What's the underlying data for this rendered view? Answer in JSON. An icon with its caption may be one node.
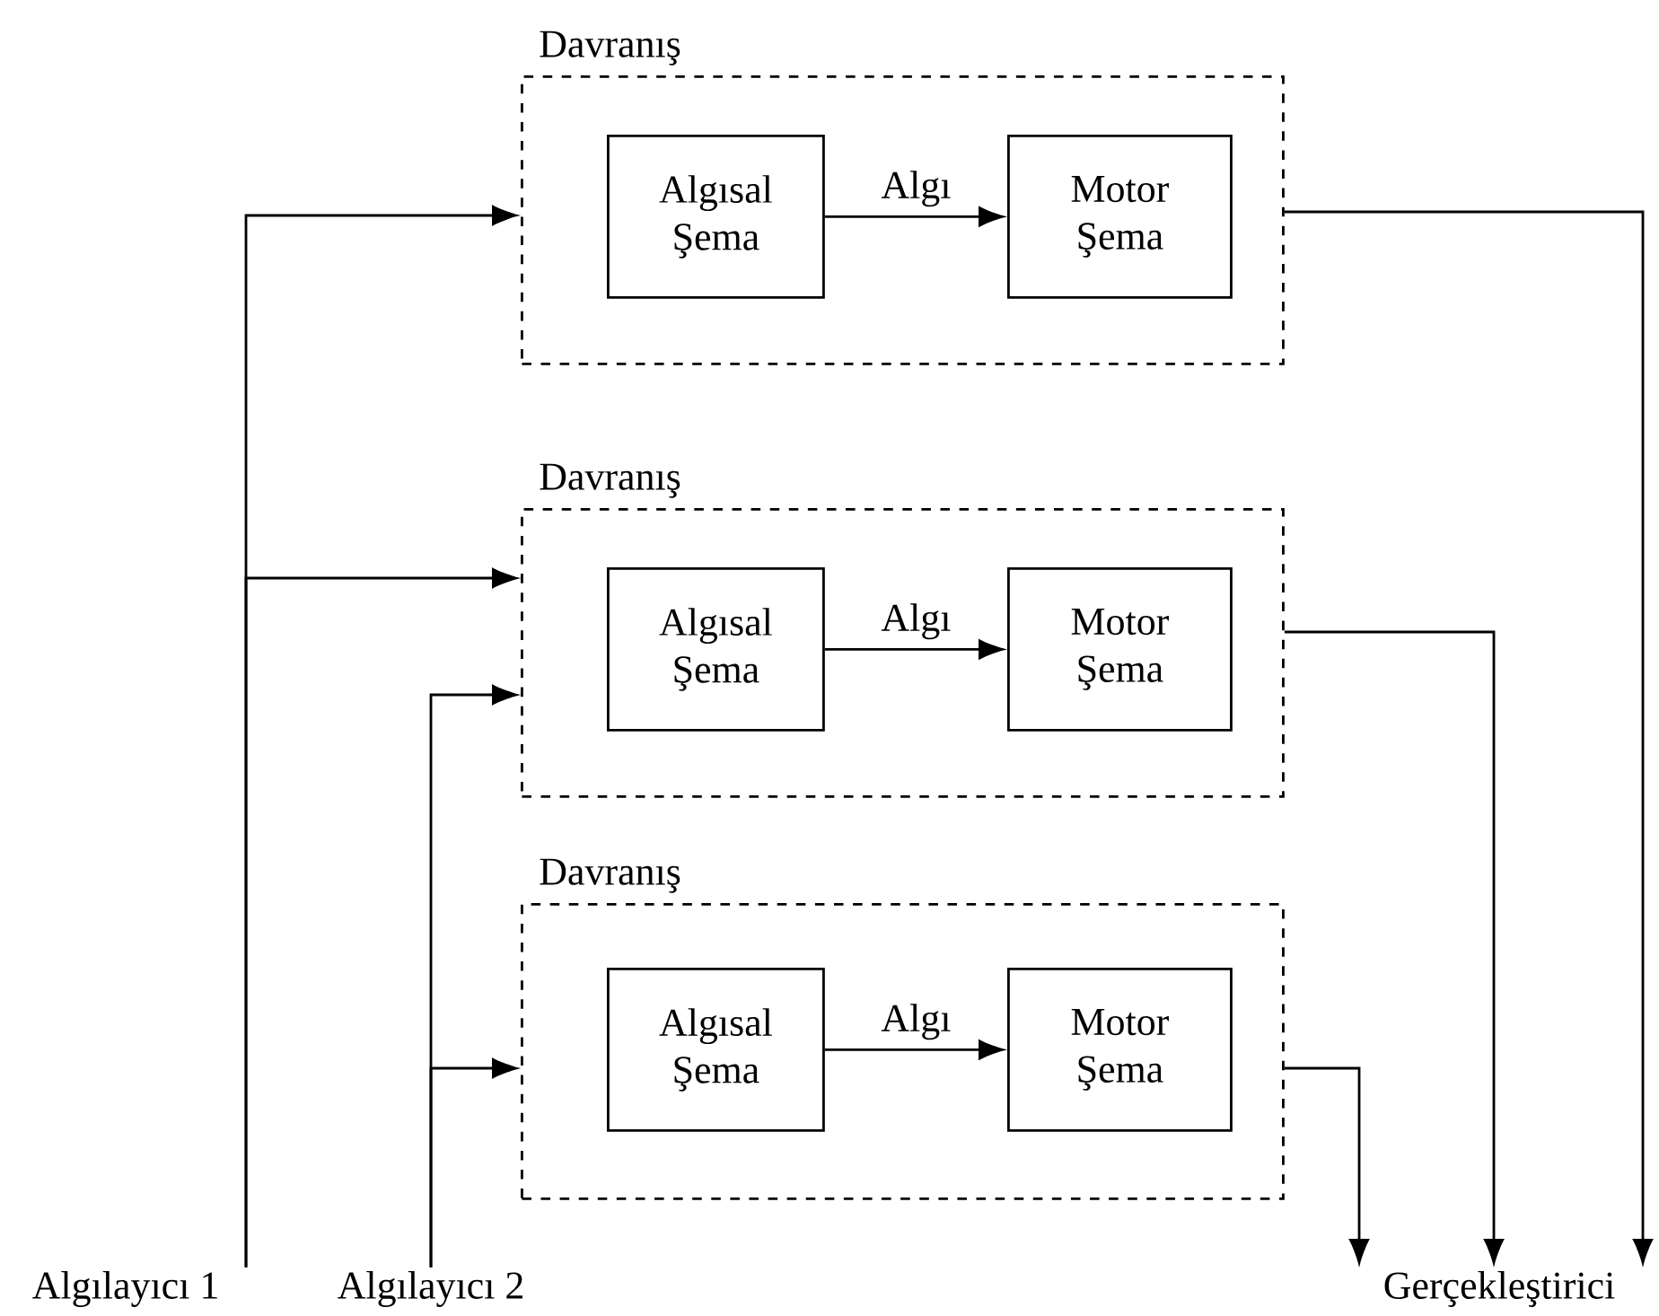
{
  "diagram": {
    "nodes": [
      {
        "text": [
          "Davranış"
        ]
      },
      {
        "text": [
          "Algısal Şema"
        ],
        "in": 0
      },
      {
        "text": [
          "Motor Şema"
        ],
        "in": 0
      },
      {
        "text": [
          "Davranış"
        ]
      },
      {
        "text": [
          "Algısal Şema"
        ],
        "in": 3
      },
      {
        "text": [
          "Motor Şema"
        ],
        "in": 3
      },
      {
        "text": [
          "Davranış"
        ]
      },
      {
        "text": [
          "Algısal Şema"
        ],
        "in": 6
      },
      {
        "text": [
          "Motor Şema"
        ],
        "in": 6
      },
      {
        "text": [
          "Algılayıcı 1"
        ]
      },
      {
        "text": [
          "Algılayıcı 2"
        ]
      },
      {
        "text": [
          "Gerçekleştirici"
        ]
      }
    ],
    "edges": [
      {
        "from": 1,
        "to": 2,
        "arrow": "to",
        "label": "Algı"
      },
      {
        "from": 4,
        "to": 5,
        "arrow": "to",
        "label": "Algı"
      },
      {
        "from": 7,
        "to": 8,
        "arrow": "to",
        "label": "Algı"
      },
      {
        "from": 9,
        "to": 0,
        "arrow": "to"
      },
      {
        "from": 9,
        "to": 3,
        "arrow": "to"
      },
      {
        "from": 10,
        "to": 3,
        "arrow": "to"
      },
      {
        "from": 10,
        "to": 6,
        "arrow": "to"
      },
      {
        "from": 0,
        "to": 11,
        "arrow": "to"
      },
      {
        "from": 3,
        "to": 11,
        "arrow": "to"
      },
      {
        "from": 6,
        "to": 11,
        "arrow": "to"
      }
    ]
  }
}
